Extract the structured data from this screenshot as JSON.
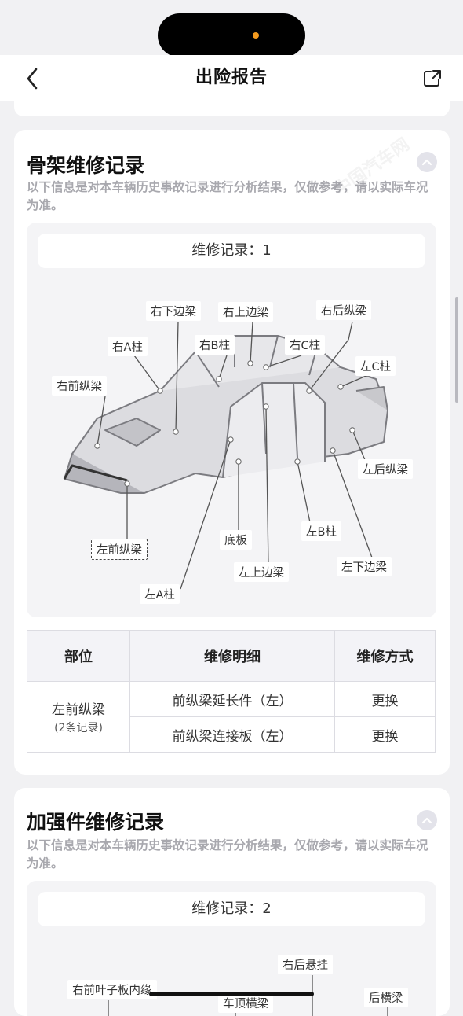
{
  "nav": {
    "title": "出险报告"
  },
  "sections": [
    {
      "title": "骨架维修记录",
      "desc": "以下信息是对本车辆历史事故记录进行分析结果，仅做参考，请以实际车况为准。",
      "record_label": "维修记录：1",
      "watermark": "中国汽车网",
      "diagram_labels": {
        "right_lower_sill": "右下边梁",
        "right_upper_rail": "右上边梁",
        "right_rear_rail": "右后纵梁",
        "right_a_pillar": "右A柱",
        "right_b_pillar": "右B柱",
        "right_c_pillar": "右C柱",
        "left_c_pillar": "左C柱",
        "right_front_rail": "右前纵梁",
        "left_rear_rail": "左后纵梁",
        "floor": "底板",
        "left_b_pillar": "左B柱",
        "left_front_rail": "左前纵梁",
        "left_lower_sill": "左下边梁",
        "left_upper_rail": "左上边梁",
        "left_a_pillar": "左A柱"
      },
      "table": {
        "headers": [
          "部位",
          "维修明细",
          "维修方式"
        ],
        "part": "左前纵梁",
        "part_note": "(2条记录)",
        "rows": [
          {
            "detail": "前纵梁延长件（左）",
            "method": "更换"
          },
          {
            "detail": "前纵梁连接板（左）",
            "method": "更换"
          }
        ]
      }
    },
    {
      "title": "加强件维修记录",
      "desc": "以下信息是对本车辆历史事故记录进行分析结果，仅做参考，请以实际车况为准。",
      "record_label": "维修记录：2",
      "diagram_labels": {
        "right_rear_suspension": "右后悬挂",
        "right_front_fender_inner": "右前叶子板内缘",
        "roof_crossmember": "车顶横梁",
        "rear_crossmember": "后横梁"
      }
    }
  ],
  "colors": {
    "accent_dot": "#f39a1e",
    "card_bg": "#ffffff",
    "page_bg": "#f1f1f3"
  }
}
